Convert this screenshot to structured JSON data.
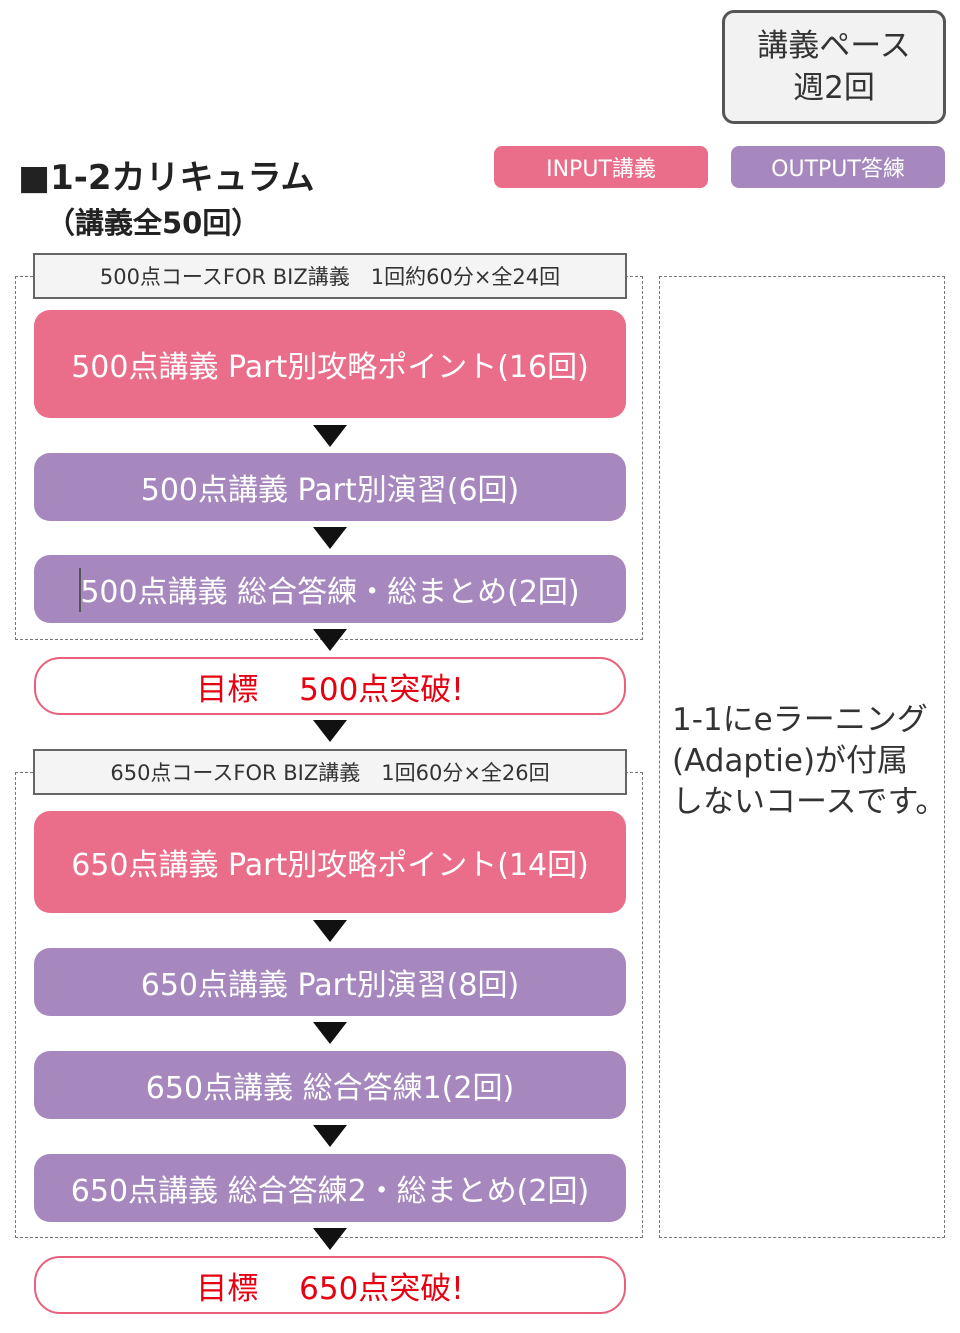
{
  "pace": {
    "line1": "講義ペース",
    "line2": "週2回"
  },
  "title": "■1-2カリキュラム",
  "subtitle": "（講義全50回）",
  "legend": {
    "input_label": "INPUT講義",
    "output_label": "OUTPUT答練",
    "input_color": "#ea6d8a",
    "output_color": "#a688be"
  },
  "course500": {
    "header": "500点コースFOR BIZ講義　1回約60分×全24回",
    "steps": [
      {
        "label": "500点講義 Part別攻略ポイント(16回)",
        "kind": "input"
      },
      {
        "label": "500点講義 Part別演習(6回)",
        "kind": "output"
      },
      {
        "label": "500点講義 総合答練・総まとめ(2回)",
        "kind": "output"
      }
    ],
    "goal": "目標　 500点突破!"
  },
  "course650": {
    "header": "650点コースFOR BIZ講義　1回60分×全26回",
    "steps": [
      {
        "label": "650点講義 Part別攻略ポイント(14回)",
        "kind": "input"
      },
      {
        "label": "650点講義 Part別演習(8回)",
        "kind": "output"
      },
      {
        "label": "650点講義 総合答練1(2回)",
        "kind": "output"
      },
      {
        "label": "650点講義 総合答練2・総まとめ(2回)",
        "kind": "output"
      }
    ],
    "goal": "目標　 650点突破!"
  },
  "note": {
    "line1": "1-1にeラーニング",
    "line2": "(Adaptie)が付属",
    "line3": "しないコースです。"
  }
}
